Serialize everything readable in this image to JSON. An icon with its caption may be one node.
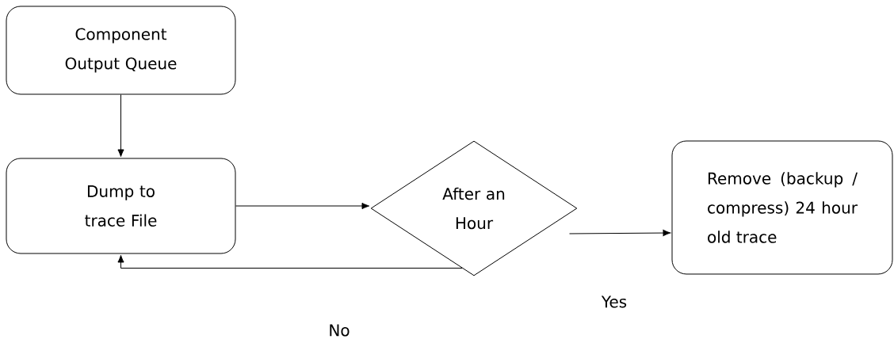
{
  "diagram": {
    "nodes": [
      {
        "text": [
          "Component Output Queue"
        ]
      },
      {
        "text": [
          "Dump to trace File"
        ]
      },
      {
        "text": [
          "After an Hour"
        ]
      },
      {
        "text": [
          "Remove (backup / compress) 24 hour old trace"
        ]
      }
    ],
    "edges": [
      {
        "from": 0,
        "to": 1,
        "arrow": "to"
      },
      {
        "from": 1,
        "to": 2,
        "arrow": "to"
      },
      {
        "from": 2,
        "to": 3,
        "arrow": "to",
        "label": "Yes"
      },
      {
        "from": 2,
        "to": 1,
        "arrow": "to",
        "label": "No"
      }
    ]
  }
}
